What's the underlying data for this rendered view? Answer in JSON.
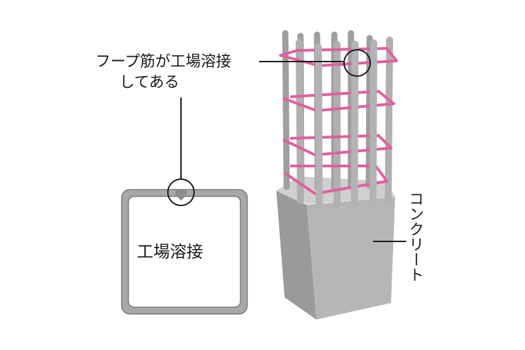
{
  "callouts": {
    "hoop_weld": {
      "line1": "フープ筋が工場溶接",
      "line2": "してある"
    },
    "section_label": "工場溶接",
    "concrete_label": "コンクリート"
  },
  "colors": {
    "hoop_pink": "#e0609e",
    "rebar_gray": "#a9a9a9",
    "concrete_face": "#b8b8b8",
    "concrete_side": "#9c9c9c",
    "concrete_top": "#cfcfcf",
    "section_outline": "#a5a5a5",
    "line": "#1a1a1a"
  },
  "structure": {
    "rebar_count_visible": 14,
    "hoop_count": 4
  }
}
